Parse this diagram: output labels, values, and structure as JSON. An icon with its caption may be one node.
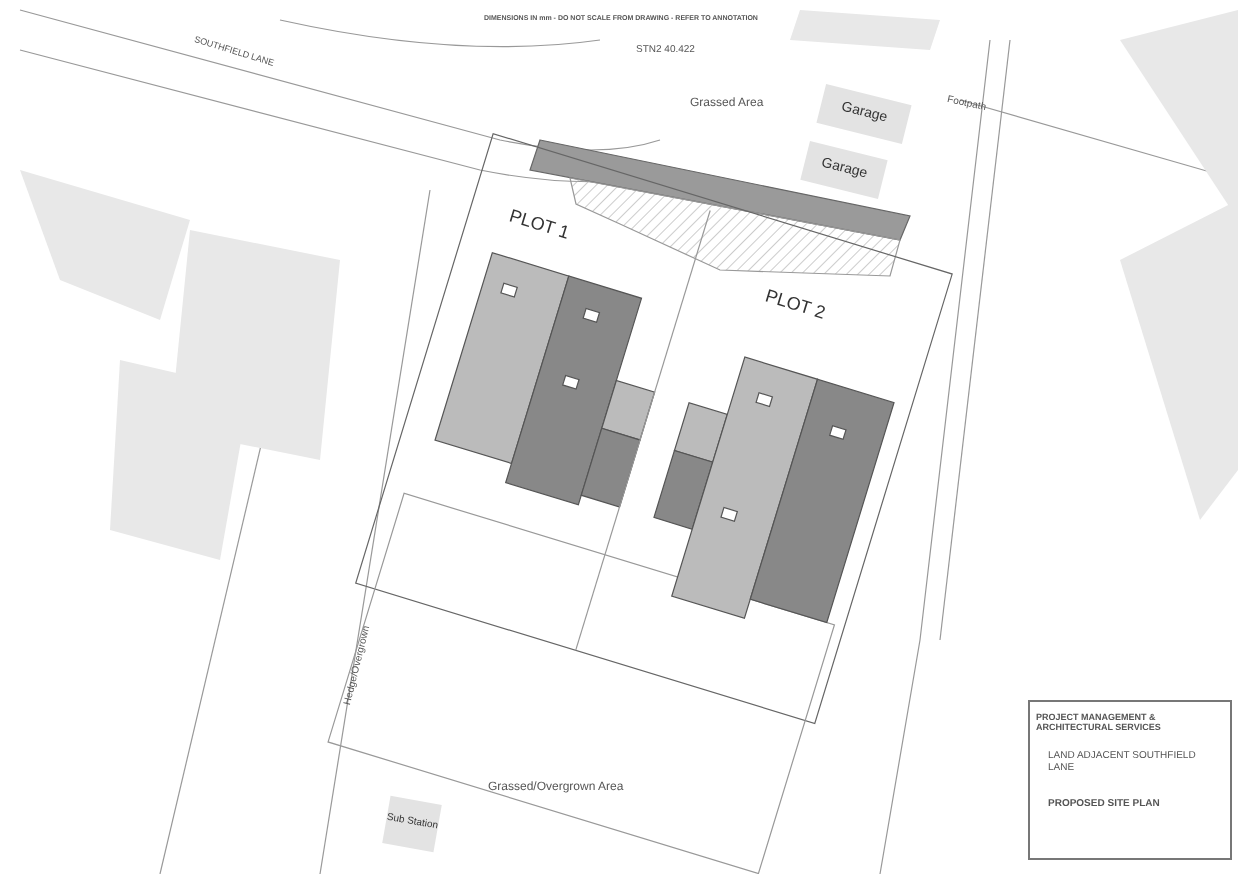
{
  "diagram": {
    "nodes": [
      {
        "text": [
          "PLOT 1"
        ]
      },
      {
        "text": [
          "PLOT 2"
        ]
      },
      {
        "text": [
          "Garage"
        ]
      },
      {
        "text": [
          "Garage"
        ]
      },
      {
        "text": [
          "Sub Station"
        ]
      }
    ],
    "labels": [
      "DIMENSIONS IN mm - DO NOT SCALE FROM DRAWING - REFER TO ANNOTATION",
      "SOUTHFIELD LANE",
      "STN2 40.422",
      "Grassed Area",
      "Footpath",
      "Hedge/Overgrown",
      "Grassed/Overgrown Area",
      "PROJECT MANAGEMENT & ARCHITECTURAL SERVICES",
      "LAND ADJACENT SOUTHFIELD LANE",
      "PROPOSED SITE PLAN"
    ]
  }
}
